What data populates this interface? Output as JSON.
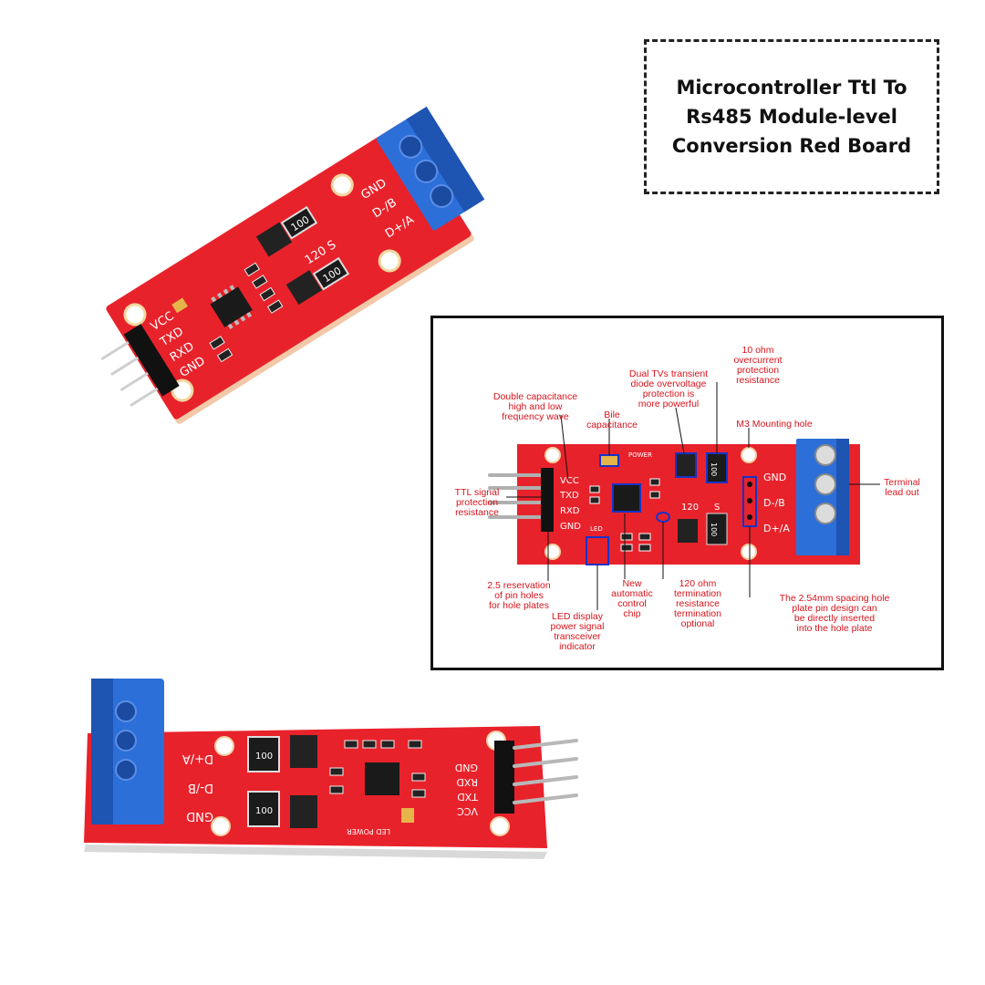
{
  "title": "Microcontroller Ttl To\nRs485 Module-level\nConversion Red Board",
  "colors": {
    "board_red": "#e8222b",
    "board_dark": "#b9151d",
    "terminal_blue": "#2d6fd8",
    "annotation_red": "#d8141c",
    "highlight_blue": "#1733c9"
  },
  "photo1": {
    "pins": [
      "VCC",
      "TXD",
      "RXD",
      "GND"
    ],
    "terminals": [
      "GND",
      "D-/B",
      "D+/A"
    ],
    "resistor": "100",
    "label_120": "120 S"
  },
  "diagram": {
    "pins": [
      "VCC",
      "TXD",
      "RXD",
      "GND"
    ],
    "terminals": [
      "GND",
      "D-/B",
      "D+/A"
    ],
    "silk_power": "POWER",
    "silk_led": "LED",
    "silk_120": "120",
    "silk_s": "S",
    "resistor_top": "100",
    "resistor_bottom": "100",
    "annotations": {
      "double_cap": [
        "Double capacitance",
        "high and low",
        "frequency wave"
      ],
      "bile_cap": [
        "Bile",
        "capacitance"
      ],
      "dual_tvs": [
        "Dual TVs transient",
        "diode overvoltage",
        "protection is",
        "more powerful"
      ],
      "overcurrent": [
        "10 ohm",
        "overcurrent",
        "protection",
        "resistance"
      ],
      "m3": [
        "M3 Mounting hole"
      ],
      "ttl": [
        "TTL signal",
        "protection",
        "resistance"
      ],
      "terminal": [
        "Terminal",
        "lead out"
      ],
      "reservation": [
        "2.5 reservation",
        "of pin holes",
        "for hole plates"
      ],
      "new_chip": [
        "New",
        "automatic",
        "control",
        "chip"
      ],
      "termination": [
        "120 ohm",
        "termination",
        "resistance",
        "termination",
        "optional"
      ],
      "led_display": [
        "LED display",
        "power signal",
        "transceiver",
        "indicator"
      ],
      "spacing": [
        "The 2.54mm spacing hole",
        "plate pin design can",
        "be directly inserted",
        "into the hole plate"
      ]
    }
  },
  "photo2": {
    "pins": [
      "GND",
      "RXD",
      "TXD",
      "VCC"
    ],
    "terminals": [
      "D+/A",
      "D-/B",
      "GND"
    ],
    "resistor": "100",
    "led_power": "LED POWER"
  }
}
